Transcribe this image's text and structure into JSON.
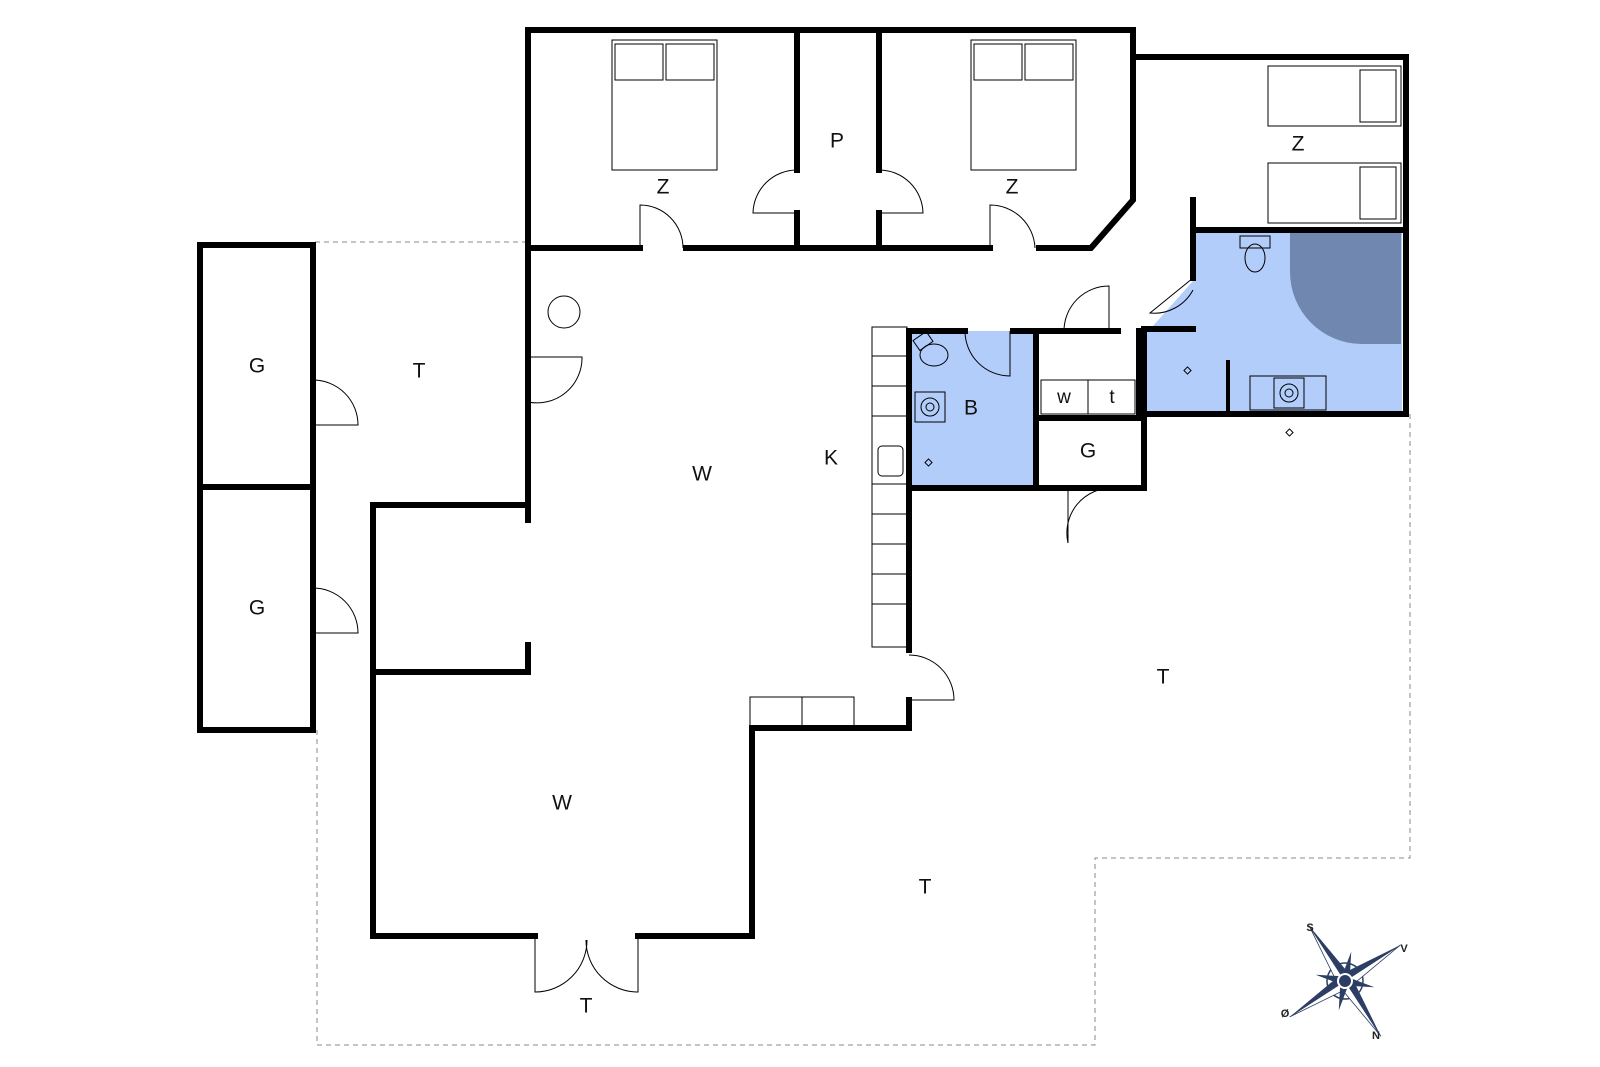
{
  "rooms": {
    "storage_top_left": "G",
    "storage_bottom_left": "G",
    "terrace_left": "T",
    "bedroom_1": "Z",
    "passage": "P",
    "bedroom_2": "Z",
    "bedroom_3": "Z",
    "living_upper": "W",
    "kitchen": "K",
    "bathroom_small": "B",
    "utility_w": "w",
    "utility_t": "t",
    "storage_middle": "G",
    "living_lower": "W",
    "terrace_center": "T",
    "terrace_right": "T",
    "terrace_bottom": "T"
  },
  "compass": {
    "north": "N",
    "south": "S",
    "east": "Ø",
    "west": "V"
  },
  "colors": {
    "wall": "#000000",
    "bathroom_fill": "#b3cdfb",
    "shower_fill": "#7088b0",
    "compass_fill": "#2c3e63"
  }
}
